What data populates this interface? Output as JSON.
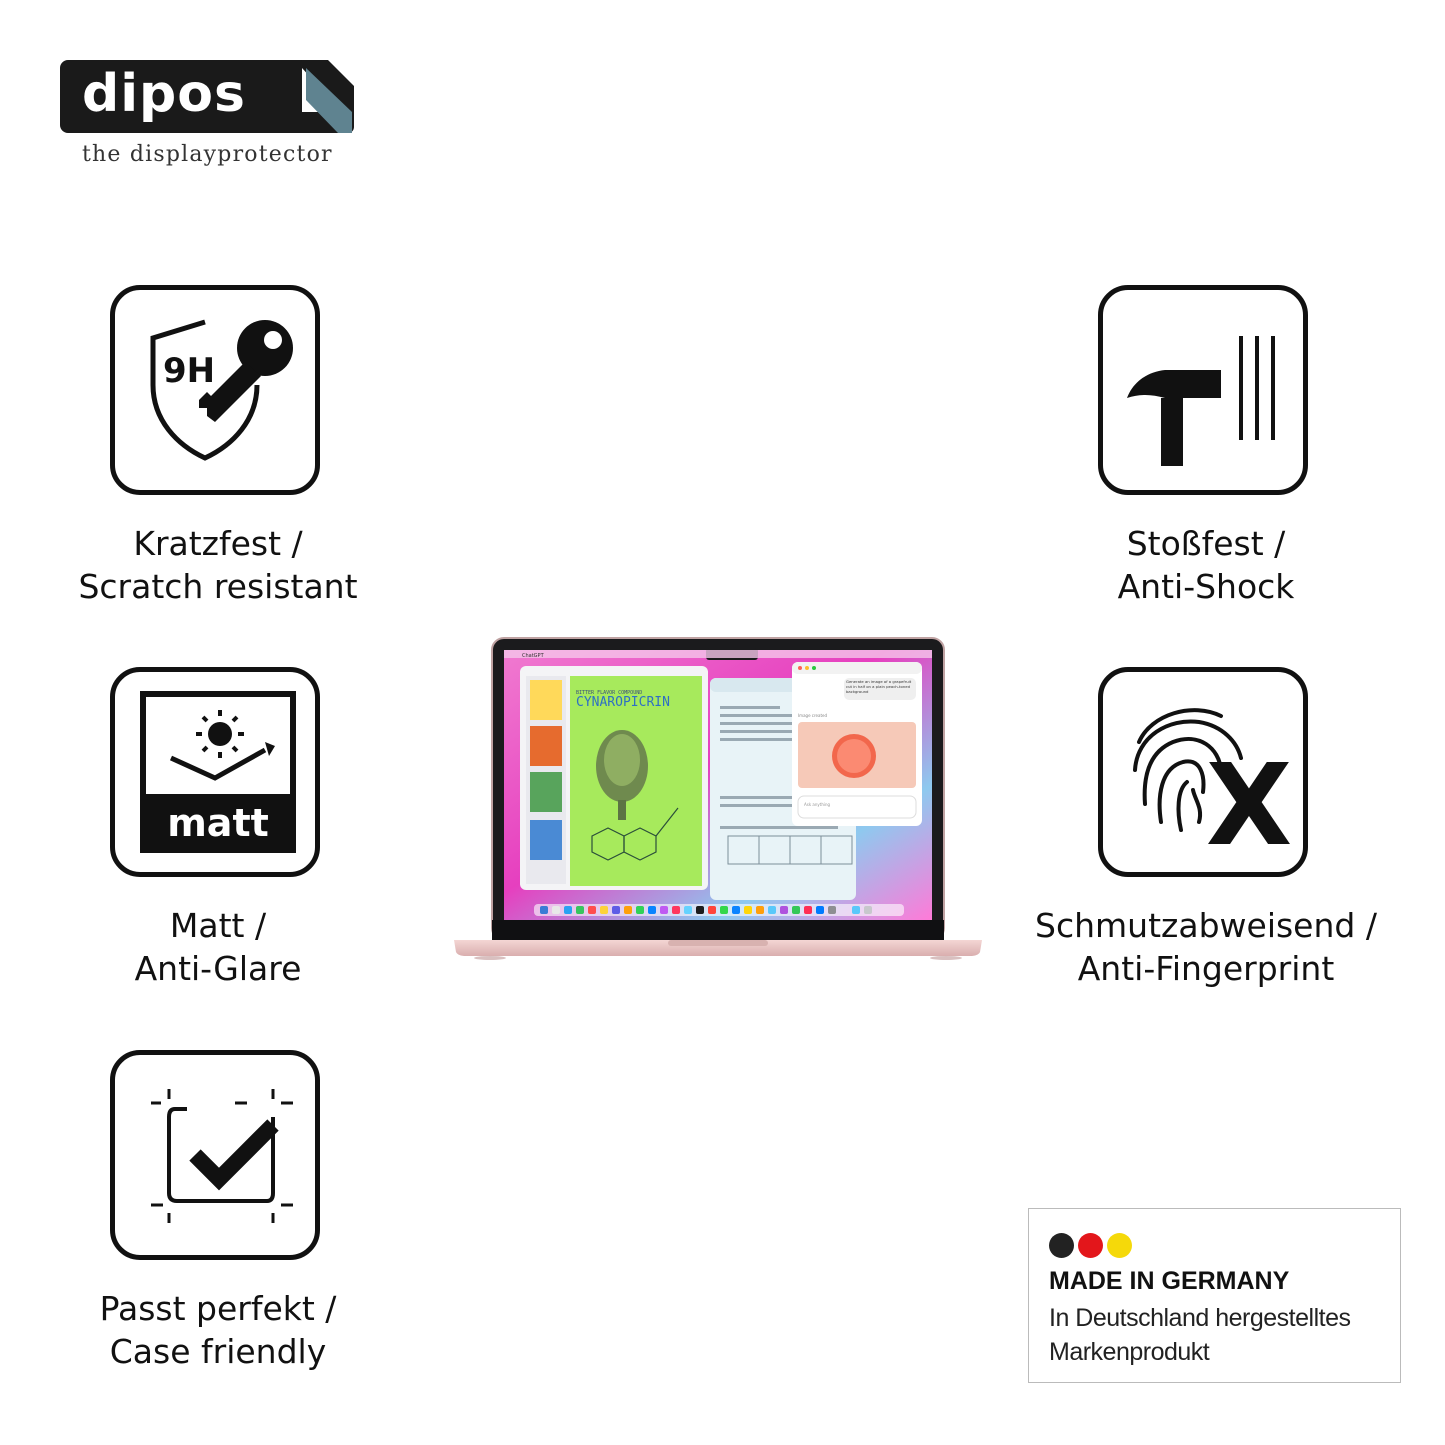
{
  "brand": {
    "name": "dipos",
    "tagline": "the displayprotector"
  },
  "features": [
    {
      "icon": "shield-9h-key-icon",
      "icon_text": "9H",
      "line1": "Kratzfest /",
      "line2": "Scratch resistant"
    },
    {
      "icon": "hammer-icon",
      "line1": "Stoßfest /",
      "line2": "Anti-Shock"
    },
    {
      "icon": "matt-sun-icon",
      "icon_text": "matt",
      "line1": "Matt /",
      "line2": "Anti-Glare"
    },
    {
      "icon": "fingerprint-x-icon",
      "line1": "Schmutzabweisend /",
      "line2": "Anti-Fingerprint"
    },
    {
      "icon": "frame-check-icon",
      "line1": "Passt perfekt /",
      "line2": "Case friendly"
    }
  ],
  "laptop_screen": {
    "menu_app": "ChatGPT",
    "doc_title": "CYNAROPICRIN",
    "doc_kicker": "BITTER FLAVOR COMPOUND",
    "chat_prompt": "Generate an image of a grapefruit cut in half on a plain peach-toned background",
    "chat_status": "Image created",
    "chat_input_placeholder": "Ask anything"
  },
  "made_in_germany": {
    "title": "MADE IN GERMANY",
    "line1": "In Deutschland hergestelltes",
    "line2": "Markenprodukt",
    "colors": [
      "#222222",
      "#e3161b",
      "#f5d90a"
    ]
  }
}
